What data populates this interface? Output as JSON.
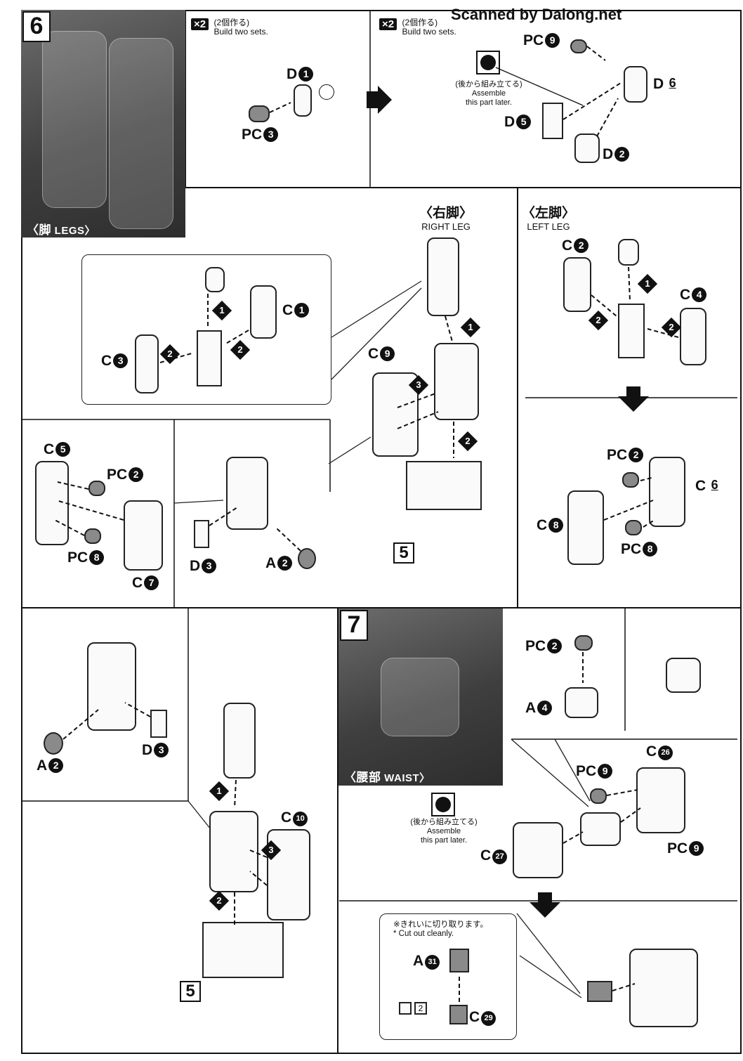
{
  "watermark": "Scanned by Dalong.net",
  "step6": {
    "number": "6",
    "section_label_jp": "〈脚",
    "section_label_en": "LEGS〉",
    "build_sets_a": {
      "badge": "×2",
      "jp": "(2個作る)",
      "en": "Build two sets."
    },
    "build_sets_b": {
      "badge": "×2",
      "jp": "(2個作る)",
      "en": "Build two sets."
    },
    "assemble_later": {
      "jp": "(後から組み立てる)",
      "en1": "Assemble",
      "en2": "this part later."
    },
    "right_leg": {
      "jp": "〈右脚〉",
      "en": "RIGHT LEG"
    },
    "left_leg": {
      "jp": "〈左脚〉",
      "en": "LEFT LEG"
    },
    "box_label": "5",
    "box_label_2": "5"
  },
  "step7": {
    "number": "7",
    "section_label_jp": "〈腰部",
    "section_label_en": "WAIST〉",
    "assemble_later": {
      "jp": "(後から組み立てる)",
      "en1": "Assemble",
      "en2": "this part later."
    },
    "cut_note_jp": "※きれいに切り取ります。",
    "cut_note_en": "* Cut out cleanly.",
    "small_box": "2"
  },
  "parts": {
    "d1": {
      "letter": "D",
      "num": "1"
    },
    "pc3": {
      "letter": "PC",
      "num": "3"
    },
    "pc9a": {
      "letter": "PC",
      "num": "9"
    },
    "d6": {
      "letter": "D",
      "num": "6"
    },
    "d5": {
      "letter": "D",
      "num": "5"
    },
    "d2": {
      "letter": "D",
      "num": "2"
    },
    "c1": {
      "letter": "C",
      "num": "1"
    },
    "c3": {
      "letter": "C",
      "num": "3"
    },
    "c9": {
      "letter": "C",
      "num": "9"
    },
    "c2": {
      "letter": "C",
      "num": "2"
    },
    "c4": {
      "letter": "C",
      "num": "4"
    },
    "c5": {
      "letter": "C",
      "num": "5"
    },
    "pc2a": {
      "letter": "PC",
      "num": "2"
    },
    "pc8a": {
      "letter": "PC",
      "num": "8"
    },
    "c7": {
      "letter": "C",
      "num": "7"
    },
    "d3a": {
      "letter": "D",
      "num": "3"
    },
    "a2a": {
      "letter": "A",
      "num": "2"
    },
    "pc2b": {
      "letter": "PC",
      "num": "2"
    },
    "c6": {
      "letter": "C",
      "num": "6"
    },
    "c8": {
      "letter": "C",
      "num": "8"
    },
    "pc8b": {
      "letter": "PC",
      "num": "8"
    },
    "a2b": {
      "letter": "A",
      "num": "2"
    },
    "d3b": {
      "letter": "D",
      "num": "3"
    },
    "c10": {
      "letter": "C",
      "num": "10"
    },
    "pc2c": {
      "letter": "PC",
      "num": "2"
    },
    "a4": {
      "letter": "A",
      "num": "4"
    },
    "c26": {
      "letter": "C",
      "num": "26"
    },
    "pc9b": {
      "letter": "PC",
      "num": "9"
    },
    "pc9c": {
      "letter": "PC",
      "num": "9"
    },
    "c27": {
      "letter": "C",
      "num": "27"
    },
    "a31": {
      "letter": "A",
      "num": "31"
    },
    "c29": {
      "letter": "C",
      "num": "29"
    }
  },
  "steps": {
    "s1": "1",
    "s2": "2",
    "s3": "3"
  }
}
